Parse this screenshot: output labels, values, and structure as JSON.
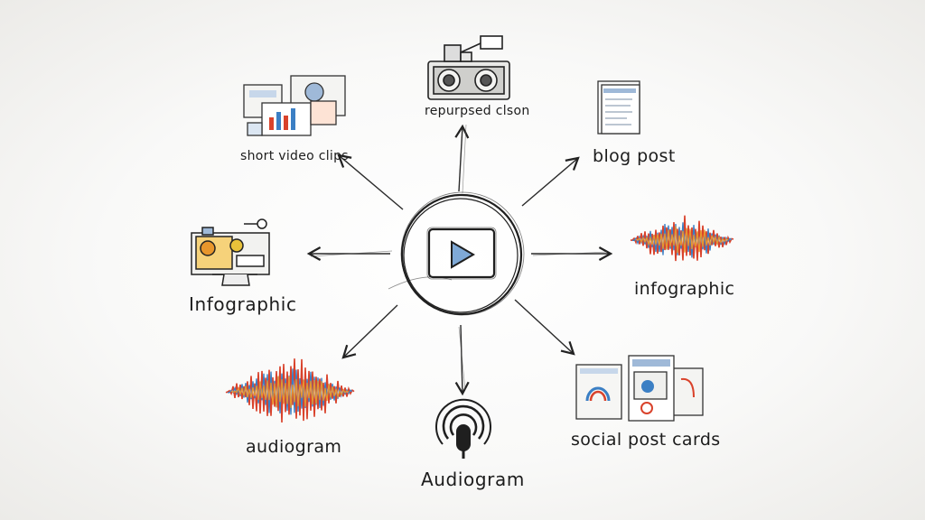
{
  "diagram": {
    "center": {
      "icon": "play-video-icon"
    },
    "nodes": [
      {
        "id": "repurposed",
        "label": "repurpsed clson",
        "icon": "camera-icon"
      },
      {
        "id": "blog",
        "label": "blog post",
        "icon": "document-icon"
      },
      {
        "id": "infographic-right",
        "label": "infographic",
        "icon": "waveform-icon"
      },
      {
        "id": "social",
        "label": "social post cards",
        "icon": "cards-icon"
      },
      {
        "id": "audiogram-bottom",
        "label": "Audiogram",
        "icon": "microphone-icon"
      },
      {
        "id": "audiogram-left",
        "label": "audiogram",
        "icon": "waveform-icon"
      },
      {
        "id": "infographic-left",
        "label": "Infographic",
        "icon": "monitor-icon"
      },
      {
        "id": "clips",
        "label": "short  video clips",
        "icon": "screens-icon"
      }
    ]
  },
  "colors": {
    "ink": "#222222",
    "accent_blue": "#3b7fc4",
    "accent_red": "#d9422b",
    "accent_orange": "#e8962c",
    "accent_yellow": "#e8c23a",
    "accent_teal": "#2f9c8f"
  }
}
